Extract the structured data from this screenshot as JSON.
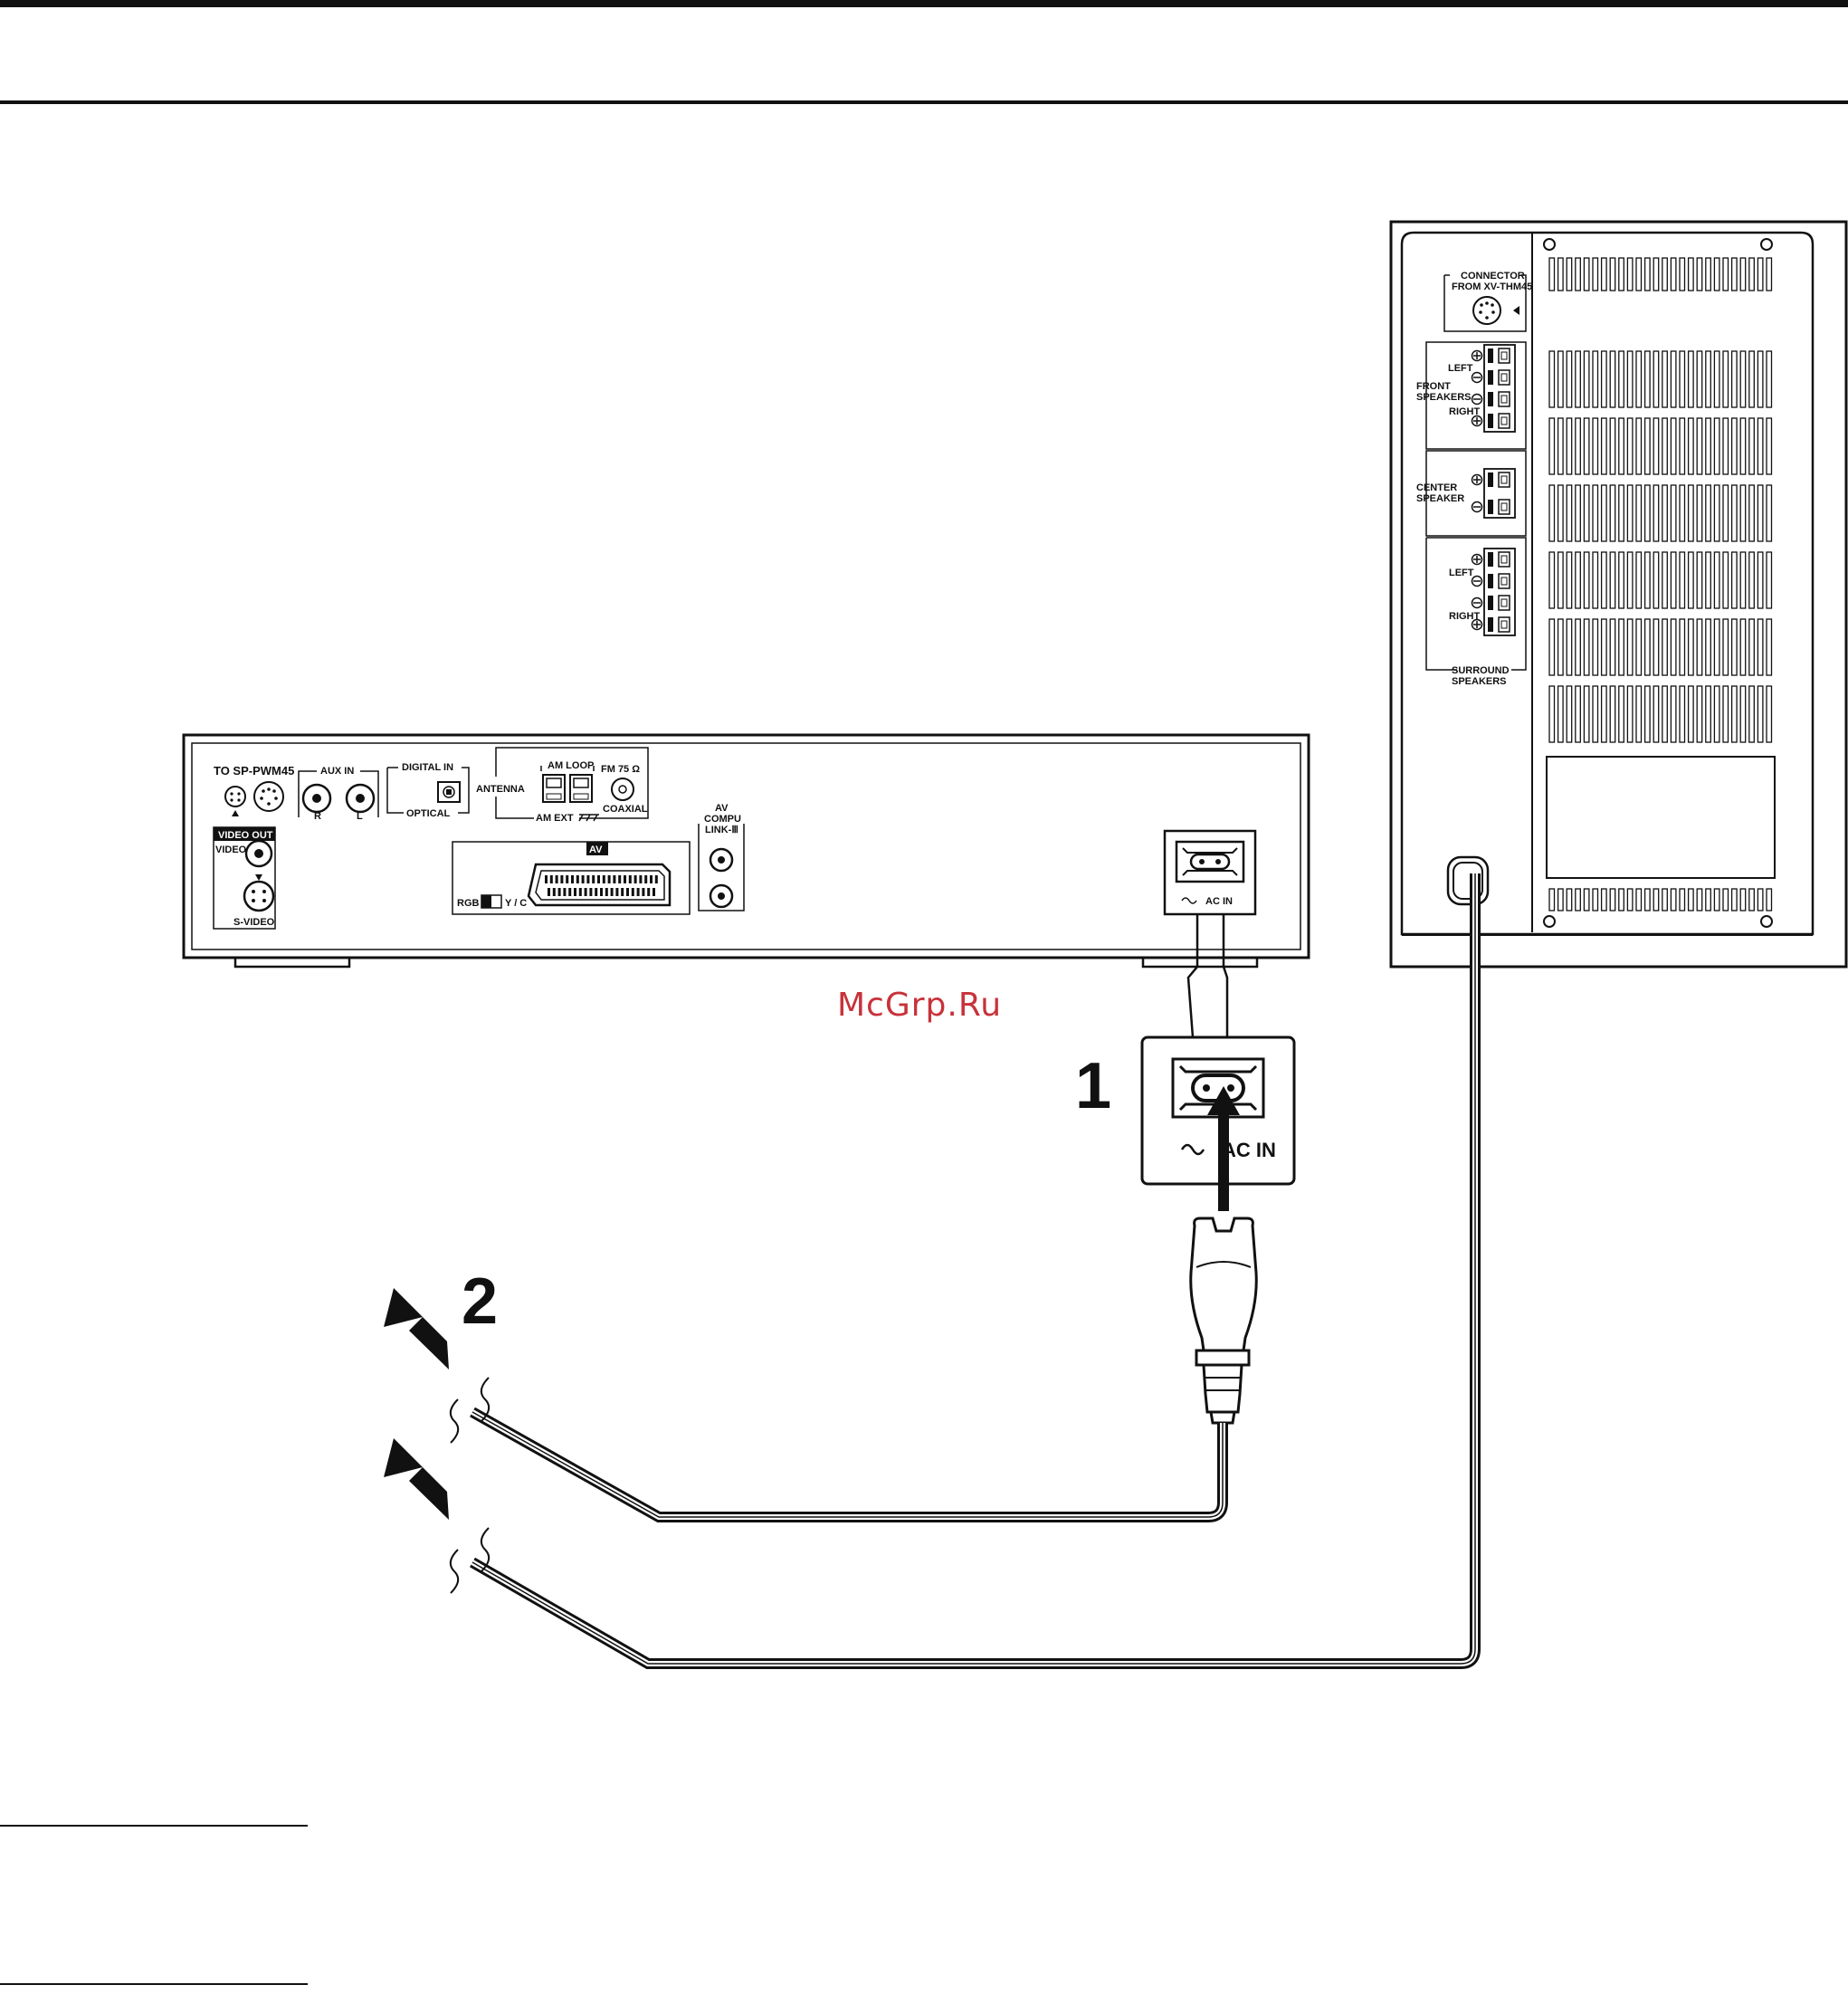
{
  "watermark": "McGrp.Ru",
  "step_numbers": {
    "one": "1",
    "two": "2"
  },
  "center_unit": {
    "to_sp": "TO SP-PWM45",
    "aux_in": "AUX IN",
    "aux_r": "R",
    "aux_l": "L",
    "digital_in": "DIGITAL  IN",
    "optical": "OPTICAL",
    "antenna": "ANTENNA",
    "am_loop": "AM LOOP",
    "am_ext": "AM EXT",
    "fm": "FM  75 Ω",
    "coaxial": "COAXIAL",
    "av_compu": [
      "AV",
      "COMPU",
      "LINK-Ⅲ"
    ],
    "video_out": "VIDEO OUT",
    "video": "VIDEO",
    "s_video": "S-VIDEO",
    "av": "AV",
    "rgb": "RGB",
    "yc": "Y / C",
    "ac_in": "AC IN"
  },
  "zoom": {
    "ac_in": "AC IN",
    "tilde": "~"
  },
  "subwoofer": {
    "connector": [
      "CONNECTOR",
      "FROM XV-THM45"
    ],
    "left": "LEFT",
    "right": "RIGHT",
    "front_speakers": [
      "FRONT",
      "SPEAKERS"
    ],
    "center_speaker": [
      "CENTER",
      "SPEAKER"
    ],
    "surround_left": "LEFT",
    "surround_right": "RIGHT",
    "surround_speakers": [
      "SURROUND",
      "SPEAKERS"
    ]
  }
}
